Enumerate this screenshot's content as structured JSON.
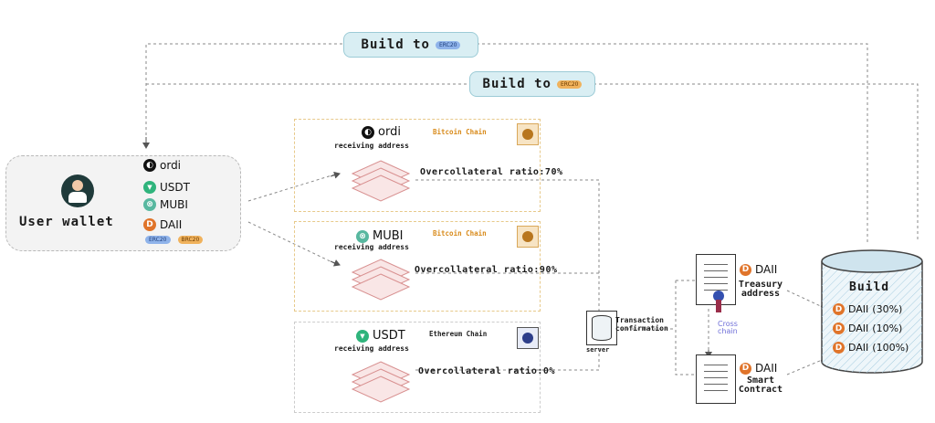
{
  "build_pills": {
    "top": {
      "label": "Build to",
      "tag": "ERC20"
    },
    "second": {
      "label": "Build to",
      "tag": "ERC20"
    }
  },
  "wallet": {
    "title": "User wallet",
    "tokens": [
      {
        "name": "ordi",
        "icon": "ordi-coin-icon",
        "color": "#111111",
        "glyph": "◐"
      },
      {
        "name": "USDT",
        "icon": "usdt-coin-icon",
        "color": "#2fb47c",
        "glyph": "▼"
      },
      {
        "name": "MUBI",
        "icon": "mubi-coin-icon",
        "color": "#58b8a0",
        "glyph": "⊗"
      },
      {
        "name": "DAII",
        "icon": "daii-coin-icon",
        "color": "#e0742a",
        "glyph": "D"
      }
    ],
    "tags": [
      "ERC20",
      "BRC20"
    ]
  },
  "panels": [
    {
      "token": "ordi",
      "token_icon": "ordi-coin-icon",
      "receiving": "receiving address",
      "chain": "Bitcoin Chain",
      "chain_color": "#d88a1a",
      "ratio": "Overcollateral ratio:70%"
    },
    {
      "token": "MUBI",
      "token_icon": "mubi-coin-icon",
      "receiving": "receiving address",
      "chain": "Bitcoin Chain",
      "chain_color": "#d88a1a",
      "ratio": "Overcollateral ratio:90%"
    },
    {
      "token": "USDT",
      "token_icon": "usdt-coin-icon",
      "receiving": "receiving address",
      "chain": "Ethereum Chain",
      "chain_color": "#222222",
      "ratio": "Overcollateral ratio:0%"
    }
  ],
  "server": {
    "label": "server",
    "note_line1": "Transaction",
    "note_line2": "confirmation"
  },
  "treasury": {
    "token": "DAII",
    "label_line1": "Treasury",
    "label_line2": "address"
  },
  "cross_chain": {
    "line1": "Cross",
    "line2": "chain"
  },
  "contract": {
    "token": "DAII",
    "label_line1": "Smart",
    "label_line2": "Contract"
  },
  "build_box": {
    "title": "Build",
    "items": [
      {
        "token": "DAII",
        "pct": "(30%)"
      },
      {
        "token": "DAII",
        "pct": "(10%)"
      },
      {
        "token": "DAII",
        "pct": "(100%)"
      }
    ]
  },
  "colors": {
    "pill_bg": "#d9eef3",
    "panel_border": "#e7c98a",
    "layer_pink": "#e6a3a3",
    "db_blue": "#cfe4ee",
    "daii_orange": "#e0742a",
    "cross_chain": "#6f6fd8"
  }
}
